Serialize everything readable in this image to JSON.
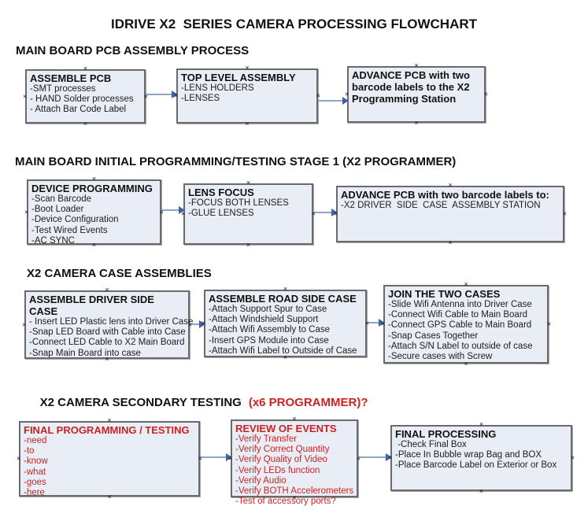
{
  "title": "IDRIVE X2  SERIES CAMERA PROCESSING FLOWCHART",
  "colors": {
    "box_fill": "#e9eef6",
    "box_border": "#6a6a6a",
    "arrow_line": "#8ea6c8",
    "arrow_head": "#3f62a5",
    "red_text": "#cc2222",
    "black_text": "#111111"
  },
  "sections": [
    {
      "heading": "MAIN BOARD PCB ASSEMBLY PROCESS",
      "boxes": [
        {
          "title": "ASSEMBLE PCB",
          "items": [
            "-SMT processes",
            "- HAND Solder processes",
            "- Attach Bar Code Label"
          ]
        },
        {
          "title": "TOP LEVEL ASSEMBLY",
          "items": [
            "-LENS HOLDERS",
            "-LENSES"
          ]
        },
        {
          "title": "ADVANCE PCB with two barcode labels to the X2 Programming Station",
          "items": []
        }
      ]
    },
    {
      "heading": "MAIN BOARD INITIAL PROGRAMMING/TESTING STAGE 1 (X2 PROGRAMMER)",
      "boxes": [
        {
          "title": "DEVICE PROGRAMMING",
          "items": [
            "-Scan Barcode",
            "-Boot Loader",
            "-Device Configuration",
            "-Test Wired Events",
            "-AC SYNC"
          ]
        },
        {
          "title": "LENS FOCUS",
          "items": [
            "-FOCUS BOTH LENSES",
            "-GLUE LENSES"
          ]
        },
        {
          "title": "ADVANCE PCB with two barcode labels to:",
          "items": [
            "-X2 DRIVER  SIDE  CASE  ASSEMBLY STATION"
          ]
        }
      ]
    },
    {
      "heading": "X2 CAMERA CASE ASSEMBLIES",
      "boxes": [
        {
          "title": "ASSEMBLE DRIVER SIDE CASE",
          "items": [
            "- Insert LED Plastic lens into Driver Case",
            "-Snap LED Board with Cable into Case",
            "-Connect LED Cable to X2 Main Board",
            "-Snap Main Board into case"
          ]
        },
        {
          "title": "ASSEMBLE ROAD SIDE CASE",
          "items": [
            "-Attach Support Spur to Case",
            "-Attach Windshield Support",
            "-Attach Wifi Assembly to Case",
            "-Insert GPS Module into Case",
            "-Attach Wifi Label to Outside of Case"
          ]
        },
        {
          "title": "JOIN THE TWO CASES",
          "items": [
            "-Slide Wifi Antenna into Driver Case",
            "-Connect Wifi Cable to Main Board",
            "-Connect GPS Cable to Main Board",
            "-Snap Cases Together",
            "-Attach S/N Label to outside of case",
            "-Secure cases with Screw"
          ]
        }
      ]
    },
    {
      "heading": "X2 CAMERA SECONDARY TESTING",
      "heading_red": "(x6 PROGRAMMER)?",
      "boxes": [
        {
          "title": "FINAL PROGRAMMING / TESTING",
          "items": [
            "-need",
            "-to",
            "-know",
            "-what",
            "-goes",
            "-here"
          ]
        },
        {
          "title": "REVIEW OF EVENTS",
          "items": [
            "-Verify Transfer",
            "-Verify Correct Quantity",
            "-Verify Quality of Video",
            "-Verify LEDs function",
            "-Verify Audio",
            "-Verify BOTH Accelerometers",
            "-Test of accessory ports?"
          ]
        },
        {
          "title": "FINAL PROCESSING",
          "items": [
            " -Check Final Box",
            "-Place In Bubble wrap Bag and BOX",
            "-Place Barcode Label on Exterior or Box"
          ]
        }
      ]
    }
  ]
}
